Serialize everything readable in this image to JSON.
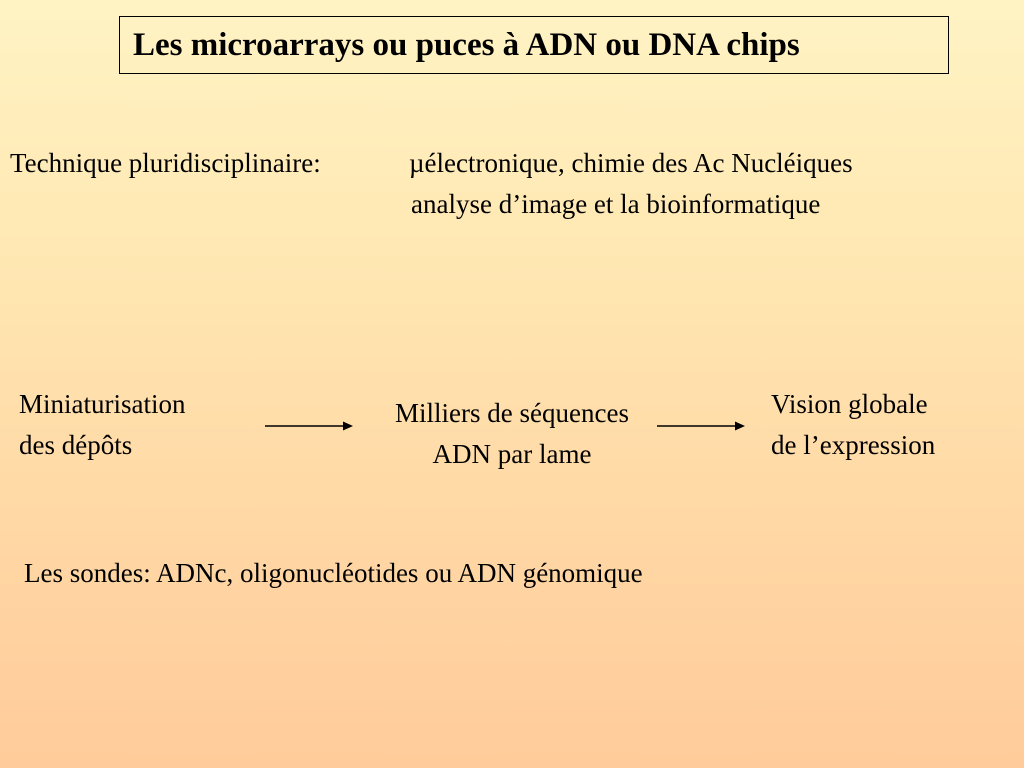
{
  "slide": {
    "title": "Les microarrays ou puces à ADN ou DNA chips",
    "technique": {
      "label": "Technique pluridisciplinaire:",
      "line1": "µélectronique, chimie des Ac Nucléiques",
      "line2": "analyse d’image et la bioinformatique"
    },
    "flow": {
      "left": [
        "Miniaturisation",
        "des dépôts"
      ],
      "middle": [
        "Milliers de séquences",
        "ADN par lame"
      ],
      "right": [
        "Vision globale",
        "de l’expression"
      ]
    },
    "sondes": "Les sondes: ADNc, oligonucléotides ou ADN génomique"
  }
}
